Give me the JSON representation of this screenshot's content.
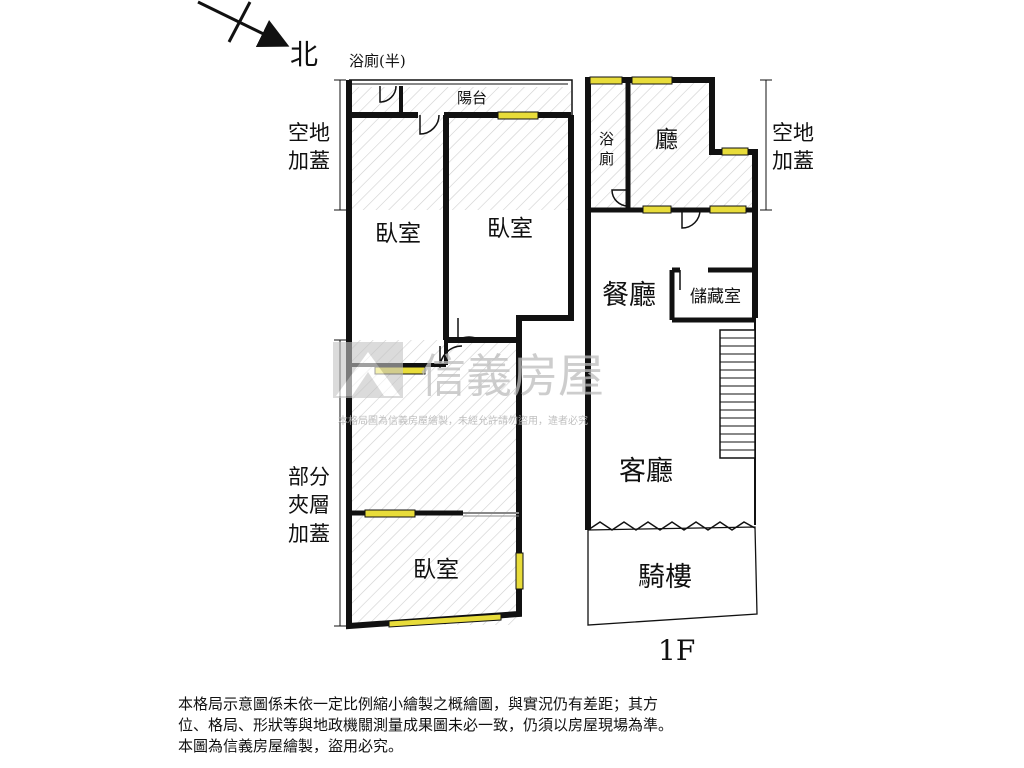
{
  "compass": {
    "label": "北"
  },
  "left_unit": {
    "balcony": "陽台",
    "half_bath": "浴廁(半)",
    "bedroom_1": "臥室",
    "bedroom_2": "臥室",
    "bedroom_3": "臥室",
    "side_label_top": [
      "空地",
      "加蓋"
    ],
    "side_label_bottom": [
      "部分",
      "夾層",
      "加蓋"
    ]
  },
  "right_unit": {
    "bath": [
      "浴",
      "廁"
    ],
    "hall": "廳",
    "dining": "餐廳",
    "storage": "儲藏室",
    "living": "客廳",
    "arcade": "騎樓",
    "side_label": [
      "空地",
      "加蓋"
    ],
    "floor": "1F"
  },
  "watermark": {
    "brand": "信義房屋",
    "notice": "本格局圖為信義房屋繪製，未經允許請勿盜用，違者必究"
  },
  "disclaimer": [
    "本格局示意圖係未依一定比例縮小繪製之概繪圖，與實況仍有差距；其方",
    "位、格局、形狀等與地政機關測量成果圖未必一致，仍須以房屋現場為準。",
    "本圖為信義房屋繪製，盜用必究。"
  ],
  "colors": {
    "wall": "#111111",
    "window": "#e8dc3a",
    "hatch": "#c9c9c9"
  }
}
